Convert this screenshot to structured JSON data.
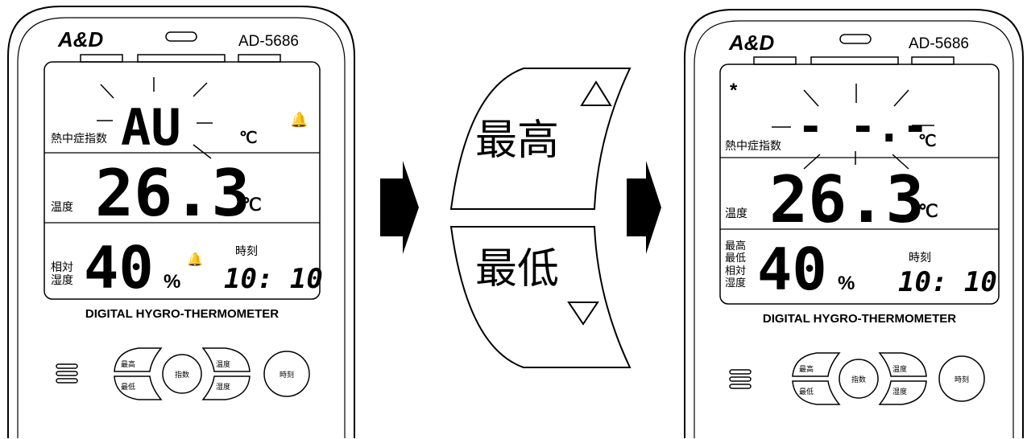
{
  "left_device": {
    "logo": "A&D",
    "model": "AD-5686",
    "rows": {
      "wbgt_label": "熱中症指数",
      "wbgt_value": "AU",
      "wbgt_unit": "℃",
      "temp_label": "温度",
      "temp_value": "26.3",
      "temp_unit": "℃",
      "hum_label_line1": "相対",
      "hum_label_line2": "湿度",
      "hum_value": "40",
      "hum_unit": "%",
      "time_label": "時刻",
      "time_value": "10: 10"
    },
    "footer": "DIGITAL HYGRO-THERMOMETER",
    "buttons": {
      "max": "最高",
      "min": "最低",
      "index": "指数",
      "temp": "温度",
      "humidity": "湿度",
      "clock": "時刻"
    }
  },
  "middle_keys": {
    "max": "最高",
    "min": "最低"
  },
  "right_device": {
    "logo": "A&D",
    "model": "AD-5686",
    "rows": {
      "asterisk": "*",
      "wbgt_label": "熱中症指数",
      "wbgt_value": "- -.-",
      "wbgt_unit": "℃",
      "temp_label": "温度",
      "temp_value": "26.3",
      "temp_unit": "℃",
      "maxmin_line1": "最高",
      "maxmin_line2": "最低",
      "hum_label_line1": "相対",
      "hum_label_line2": "湿度",
      "hum_value": "40",
      "hum_unit": "%",
      "time_label": "時刻",
      "time_value": "10: 10"
    },
    "footer": "DIGITAL HYGRO-THERMOMETER",
    "buttons": {
      "max": "最高",
      "min": "最低",
      "index": "指数",
      "temp": "温度",
      "humidity": "湿度",
      "clock": "時刻"
    }
  }
}
